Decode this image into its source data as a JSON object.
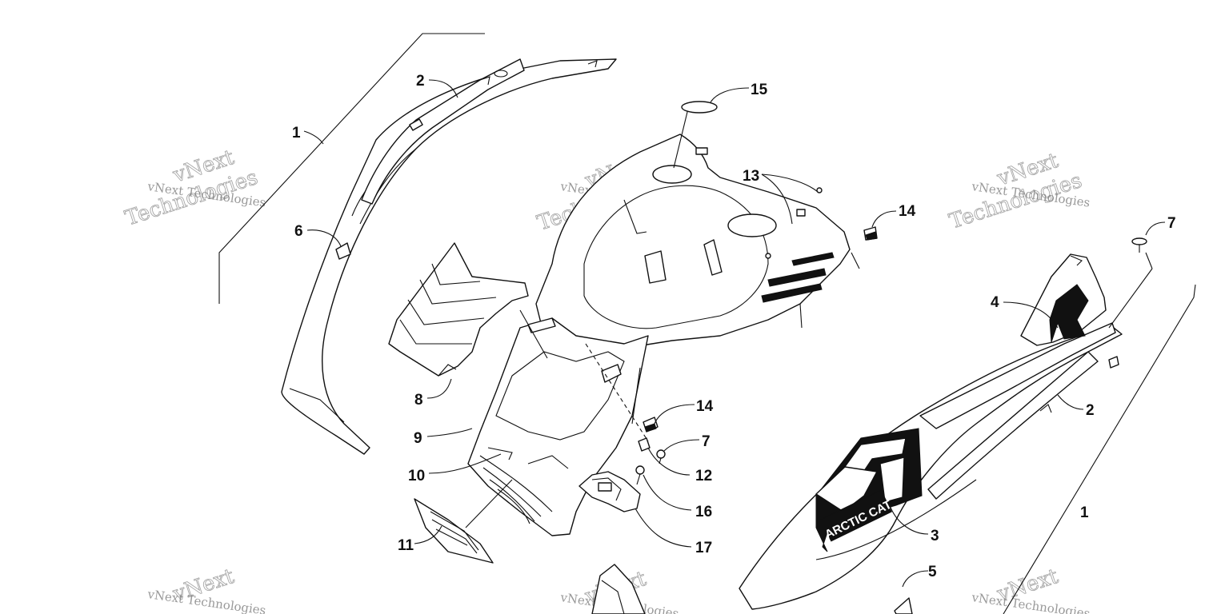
{
  "callouts": [
    {
      "id": "c1a",
      "label": "1"
    },
    {
      "id": "c2a",
      "label": "2"
    },
    {
      "id": "c6",
      "label": "6"
    },
    {
      "id": "c8",
      "label": "8"
    },
    {
      "id": "c9",
      "label": "9"
    },
    {
      "id": "c10",
      "label": "10"
    },
    {
      "id": "c11",
      "label": "11"
    },
    {
      "id": "c15",
      "label": "15"
    },
    {
      "id": "c13",
      "label": "13"
    },
    {
      "id": "c14a",
      "label": "14"
    },
    {
      "id": "c14b",
      "label": "14"
    },
    {
      "id": "c7a",
      "label": "7"
    },
    {
      "id": "c12",
      "label": "12"
    },
    {
      "id": "c16",
      "label": "16"
    },
    {
      "id": "c17",
      "label": "17"
    },
    {
      "id": "c7b",
      "label": "7"
    },
    {
      "id": "c4",
      "label": "4"
    },
    {
      "id": "c2b",
      "label": "2"
    },
    {
      "id": "c3",
      "label": "3"
    },
    {
      "id": "c1b",
      "label": "1"
    },
    {
      "id": "c5",
      "label": "5"
    }
  ],
  "decal_text": "ARCTIC CAT",
  "watermark": {
    "company": "vNext Technologies",
    "line1": "vNext",
    "line2": "Technologies"
  },
  "colors": {
    "ink": "#111111",
    "background": "#ffffff",
    "watermark": "#777777"
  }
}
